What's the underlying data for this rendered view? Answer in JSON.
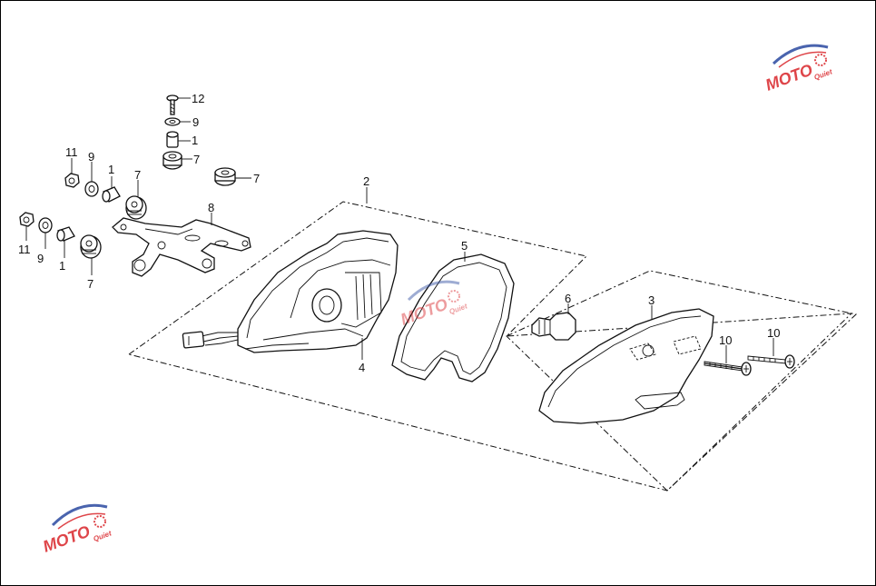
{
  "diagram": {
    "callouts": [
      {
        "id": "c12-top",
        "text": "12"
      },
      {
        "id": "c9-top",
        "text": "9"
      },
      {
        "id": "c1-top",
        "text": "1"
      },
      {
        "id": "c7-top",
        "text": "7"
      },
      {
        "id": "c7-right",
        "text": "7"
      },
      {
        "id": "c11-upper",
        "text": "11"
      },
      {
        "id": "c9-upper",
        "text": "9"
      },
      {
        "id": "c1-upper",
        "text": "1"
      },
      {
        "id": "c7-upper",
        "text": "7"
      },
      {
        "id": "c8",
        "text": "8"
      },
      {
        "id": "c11-lower",
        "text": "11"
      },
      {
        "id": "c9-lower",
        "text": "9"
      },
      {
        "id": "c1-lower",
        "text": "1"
      },
      {
        "id": "c7-lower",
        "text": "7"
      },
      {
        "id": "c2",
        "text": "2"
      },
      {
        "id": "c5",
        "text": "5"
      },
      {
        "id": "c6",
        "text": "6"
      },
      {
        "id": "c3",
        "text": "3"
      },
      {
        "id": "c4",
        "text": "4"
      },
      {
        "id": "c10-left",
        "text": "10"
      },
      {
        "id": "c10-right",
        "text": "10"
      }
    ],
    "watermark": {
      "brand": "MOTO",
      "sub": "Quiet"
    },
    "colors": {
      "line": "#111111",
      "watermark_red": "#d9252a",
      "watermark_blue": "#2b4aa0"
    }
  }
}
